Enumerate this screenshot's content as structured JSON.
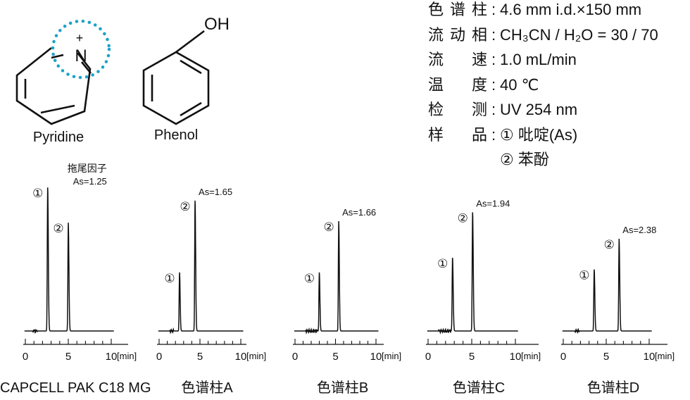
{
  "molecules": {
    "pyridine": {
      "name": "Pyridine",
      "atom": "N",
      "charge": "+"
    },
    "phenol": {
      "name": "Phenol",
      "group": "OH"
    }
  },
  "conditions": [
    {
      "key": "色谱柱",
      "value": "4.6 mm i.d.×150 mm"
    },
    {
      "key": "流动相",
      "value": "CH₃CN / H₂O = 30 / 70"
    },
    {
      "key": "流 速",
      "value": "1.0 mL/min"
    },
    {
      "key": "温 度",
      "value": "40 ℃"
    },
    {
      "key": "检 测",
      "value": "UV 254 nm"
    },
    {
      "key": "样 品",
      "value": "① 吡啶(As)"
    },
    {
      "key": "",
      "value": "② 苯酚"
    }
  ],
  "colon": ":",
  "tailing_label": "拖尾因子",
  "peak_marks": [
    "①",
    "②"
  ],
  "x_unit": "[min]",
  "chart_data": [
    {
      "type": "line",
      "column": "CAPCELL PAK C18 MG",
      "xlim": [
        0,
        10
      ],
      "x_ticks": [
        0,
        5,
        10
      ],
      "peaks": [
        {
          "label": "①",
          "rt": 2.6,
          "height": 0.98
        },
        {
          "label": "②",
          "rt": 5.0,
          "height": 0.74
        }
      ],
      "as_text": "As=1.25",
      "baseline_noise": [
        0.9,
        1.4
      ]
    },
    {
      "type": "line",
      "column": "色谱柱A",
      "xlim": [
        0,
        10
      ],
      "x_ticks": [
        0,
        5,
        10
      ],
      "peaks": [
        {
          "label": "①",
          "rt": 2.5,
          "height": 0.4
        },
        {
          "label": "②",
          "rt": 4.4,
          "height": 0.89
        }
      ],
      "as_text": "As=1.65",
      "baseline_noise": [
        1.3,
        1.8
      ]
    },
    {
      "type": "line",
      "column": "色谱柱B",
      "xlim": [
        0,
        10
      ],
      "x_ticks": [
        0,
        5,
        10
      ],
      "peaks": [
        {
          "label": "①",
          "rt": 3.0,
          "height": 0.4
        },
        {
          "label": "②",
          "rt": 5.4,
          "height": 0.75
        }
      ],
      "as_text": "As=1.66",
      "baseline_noise": [
        1.3,
        2.8
      ]
    },
    {
      "type": "line",
      "column": "色谱柱C",
      "xlim": [
        0,
        10
      ],
      "x_ticks": [
        0,
        5,
        10
      ],
      "peaks": [
        {
          "label": "①",
          "rt": 2.8,
          "height": 0.5
        },
        {
          "label": "②",
          "rt": 5.1,
          "height": 0.81
        }
      ],
      "as_text": "As=1.94",
      "baseline_noise": [
        1.2,
        2.6
      ]
    },
    {
      "type": "line",
      "column": "色谱柱D",
      "xlim": [
        0,
        10
      ],
      "x_ticks": [
        0,
        5,
        10
      ],
      "peaks": [
        {
          "label": "①",
          "rt": 3.6,
          "height": 0.42
        },
        {
          "label": "②",
          "rt": 6.5,
          "height": 0.63
        }
      ],
      "as_text": "As=2.38",
      "baseline_noise": [
        1.4,
        1.9
      ]
    }
  ]
}
